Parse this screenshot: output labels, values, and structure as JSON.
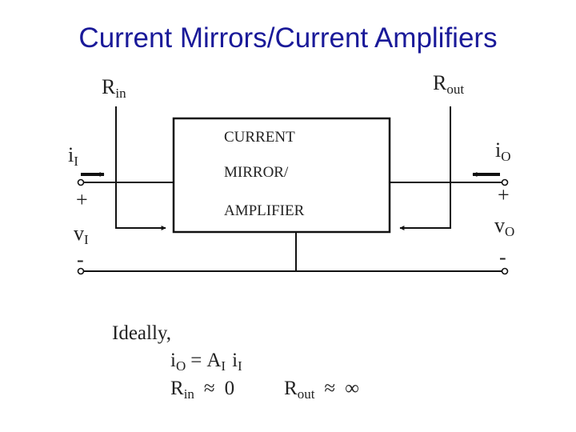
{
  "slide": {
    "title": "Current Mirrors/Current Amplifiers",
    "title_color": "#1a1a99"
  },
  "diagram": {
    "box_lines": [
      "CURRENT",
      "MIRROR/",
      "AMPLIFIER"
    ],
    "left": {
      "resistance": {
        "main": "R",
        "sub": "in"
      },
      "current": {
        "main": "i",
        "sub": "I"
      },
      "plus": "+",
      "voltage": {
        "main": "v",
        "sub": "I"
      },
      "minus": "-"
    },
    "right": {
      "resistance": {
        "main": "R",
        "sub": "out"
      },
      "current": {
        "main": "i",
        "sub": "O"
      },
      "plus": "+",
      "voltage": {
        "main": "v",
        "sub": "O"
      },
      "minus": "-"
    }
  },
  "notes": {
    "ideally": "Ideally,",
    "gain_eq": {
      "i_o": "i",
      "i_o_sub": "O",
      "equals": "=",
      "a": "A",
      "a_sub": "I",
      "i_i": "i",
      "i_i_sub": "I"
    },
    "rin_eq": {
      "r": "R",
      "r_sub": "in",
      "approx": "≈",
      "value": "0"
    },
    "rout_eq": {
      "r": "R",
      "r_sub": "out",
      "approx": "≈",
      "value": "∞"
    }
  }
}
